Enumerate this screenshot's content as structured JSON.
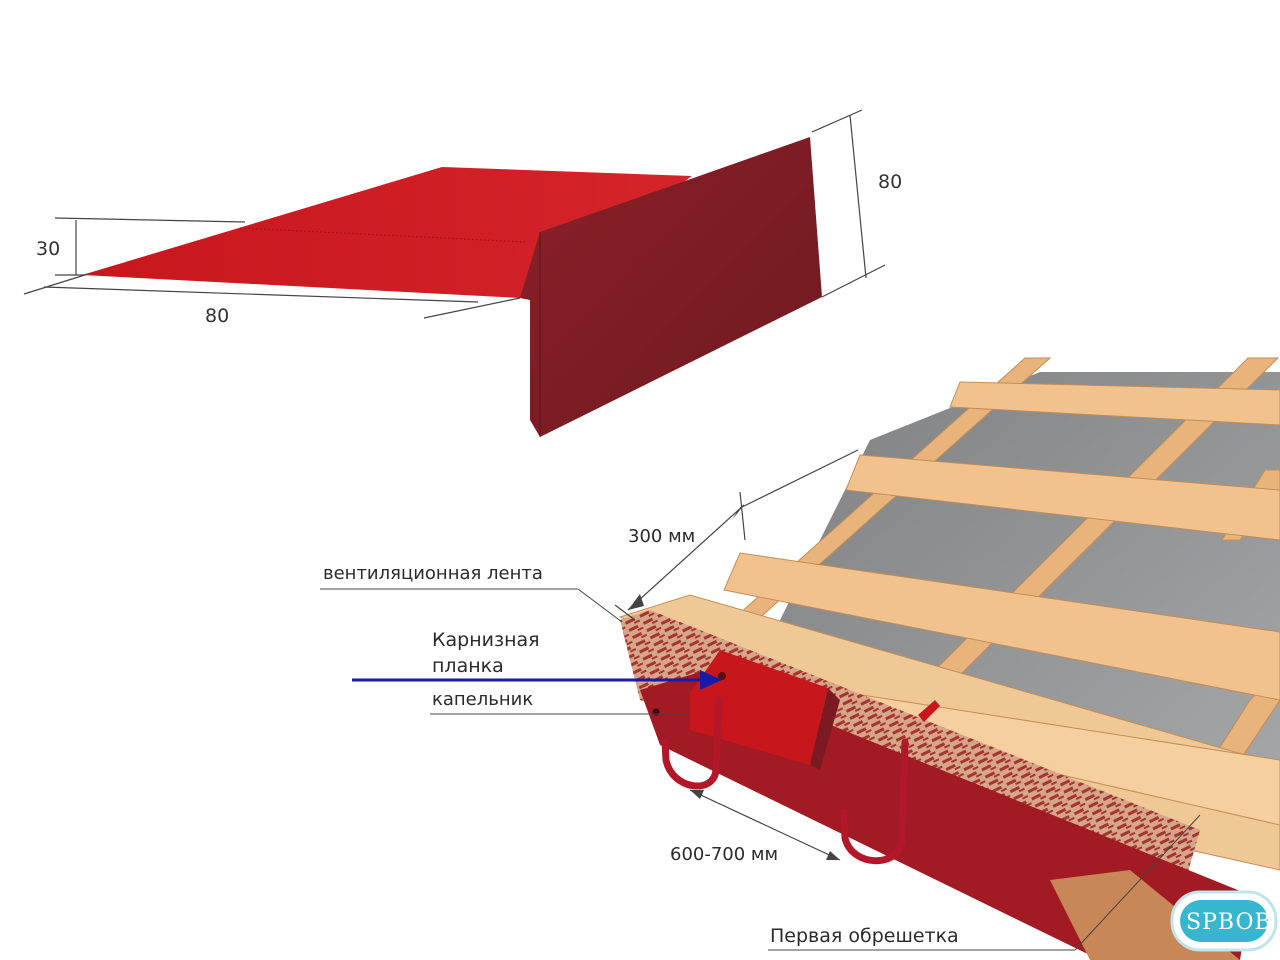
{
  "flashing": {
    "dim_height_left": "30",
    "dim_width": "80",
    "dim_height_right": "80",
    "color": "#c8161d",
    "dark_color": "#7a1d24"
  },
  "roof": {
    "dim_batten_spacing": "300 мм",
    "dim_hook_spacing": "600-700 мм",
    "batten_color": "#f2c28e",
    "membrane_color": "#8f9090"
  },
  "labels": {
    "ventilation_tape": "вентиляционная лента",
    "eave_plank_line1": "Карнизная",
    "eave_plank_line2": "планка",
    "drip_edge": "капельник",
    "first_batten": "Первая обрешетка"
  },
  "pointer": {
    "color": "#1a1aa8"
  },
  "watermark": {
    "text": "SPBOB"
  }
}
